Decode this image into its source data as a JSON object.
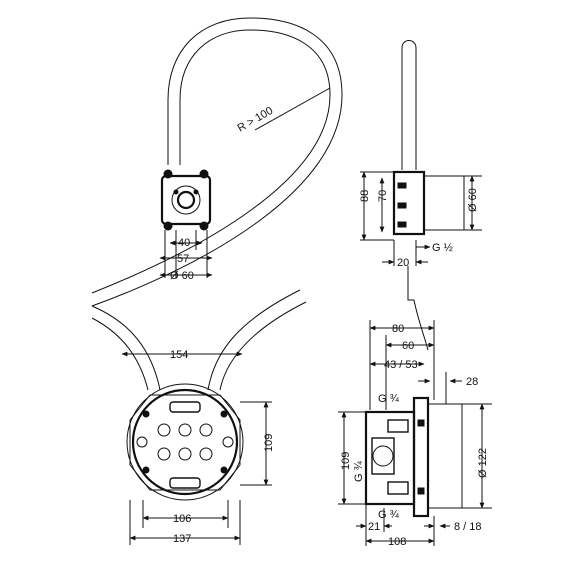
{
  "labels": {
    "radius": "R > 100",
    "d40": "40",
    "d57": "57",
    "d60a": "Ø 60",
    "d88": "88",
    "d70": "70",
    "d60b": "Ø 60",
    "g_half": "G ½",
    "d20": "20",
    "d80": "80",
    "d60c": "60",
    "d43_53": "43 / 53",
    "d28": "28",
    "g34_top": "G ¾",
    "g34_mid": "G ¾",
    "g34_bot": "G ¾",
    "d109_side": "109",
    "d122": "Ø 122",
    "d21": "21",
    "d8_18": "8 / 18",
    "d108": "108",
    "d154": "154",
    "d109_front": "109",
    "d106": "106",
    "d137": "137"
  }
}
